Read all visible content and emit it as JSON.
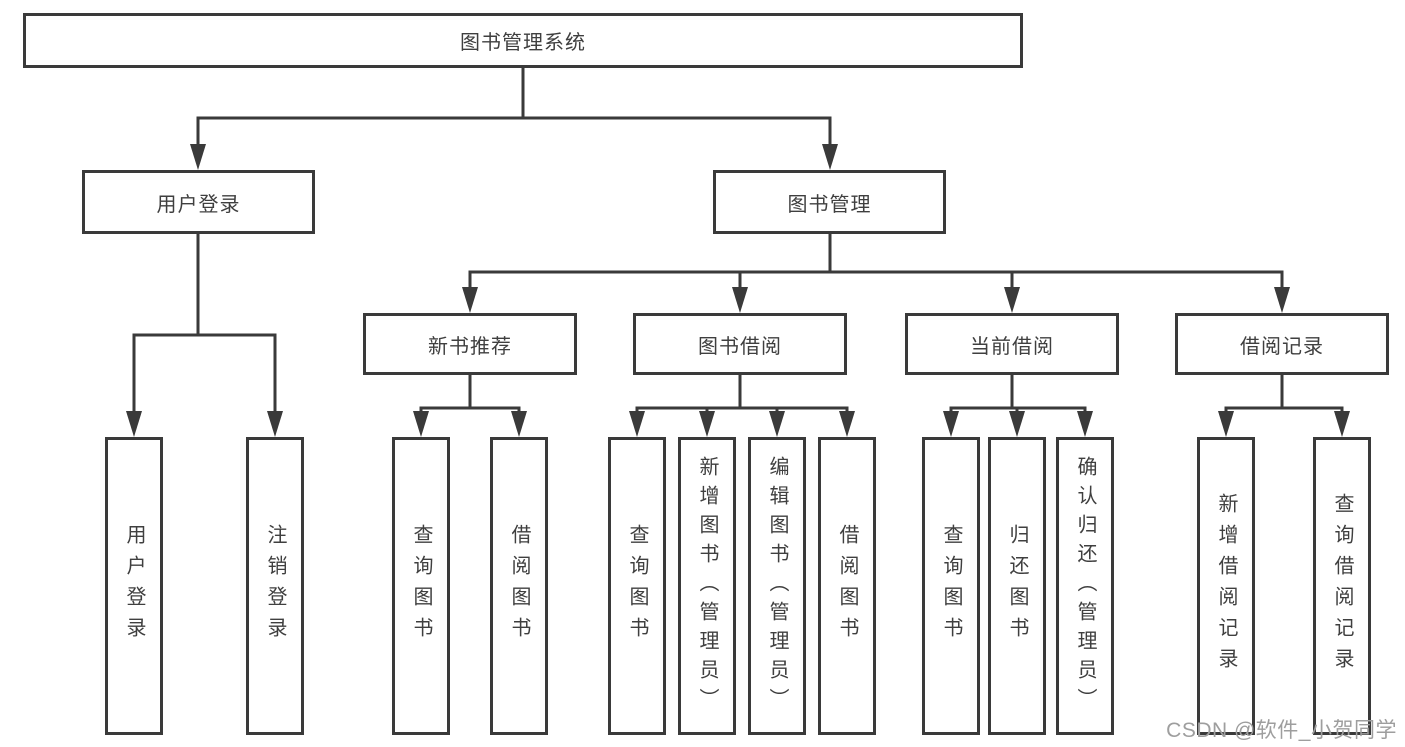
{
  "colors": {
    "background": "#ffffff",
    "line": "#3a3a3a",
    "box_border": "#3a3a3a",
    "text": "#3f3f3f",
    "watermark": "#9e9e9e"
  },
  "watermark": {
    "text": "CSDN @软件_小贺同学"
  },
  "diagram": {
    "type": "tree",
    "root": {
      "label": "图书管理系统",
      "children": [
        {
          "label": "用户登录",
          "children": [
            {
              "label": "用户登录"
            },
            {
              "label": "注销登录"
            }
          ]
        },
        {
          "label": "图书管理",
          "children": [
            {
              "label": "新书推荐",
              "children": [
                {
                  "label": "查询图书"
                },
                {
                  "label": "借阅图书"
                }
              ]
            },
            {
              "label": "图书借阅",
              "children": [
                {
                  "label": "查询图书"
                },
                {
                  "label": "新增图书（管理员）"
                },
                {
                  "label": "编辑图书（管理员）"
                },
                {
                  "label": "借阅图书"
                }
              ]
            },
            {
              "label": "当前借阅",
              "children": [
                {
                  "label": "查询图书"
                },
                {
                  "label": "归还图书"
                },
                {
                  "label": "确认归还（管理员）"
                }
              ]
            },
            {
              "label": "借阅记录",
              "children": [
                {
                  "label": "新增借阅记录"
                },
                {
                  "label": "查询借阅记录"
                }
              ]
            }
          ]
        }
      ]
    }
  }
}
